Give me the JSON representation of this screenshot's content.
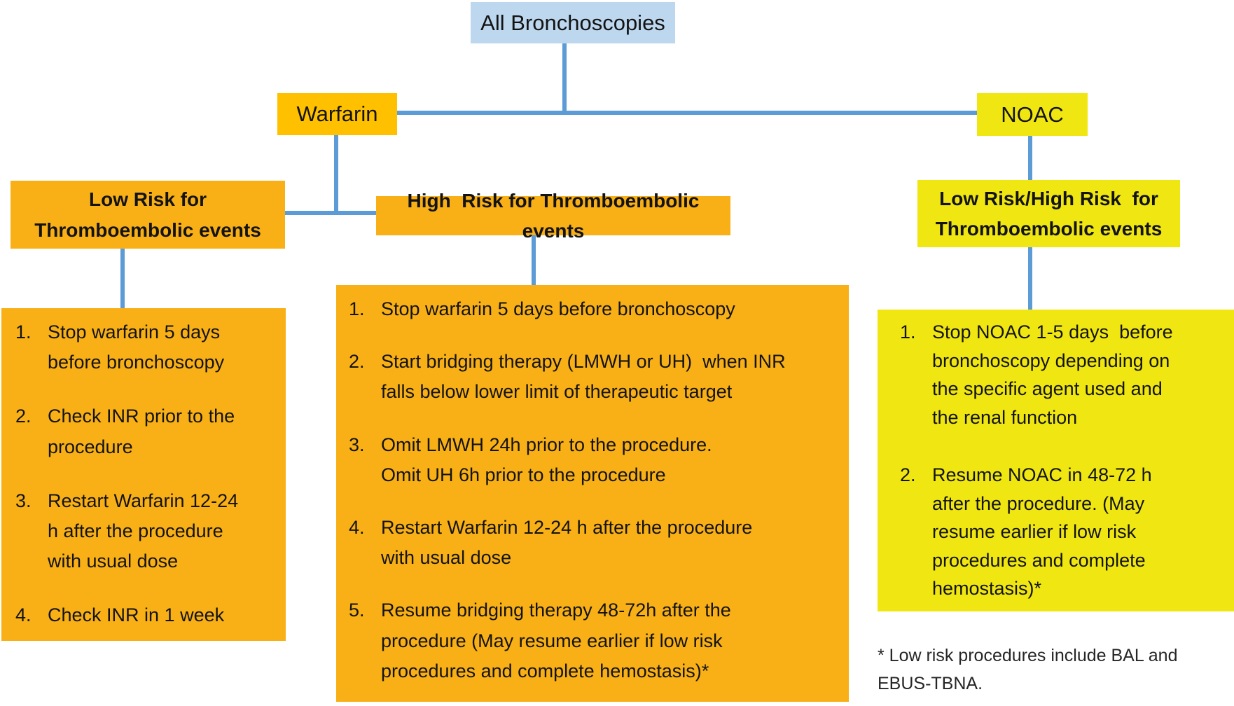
{
  "colors": {
    "root_box": "#BDD7EE",
    "warfarin_box": "#FFC000",
    "orange_box": "#F9B017",
    "yellow_box": "#F0E712",
    "connector": "#5C9BD5"
  },
  "nodes": {
    "root": {
      "label": "All Bronchoscopies"
    },
    "warfarin": {
      "label": "Warfarin"
    },
    "noac": {
      "label": "NOAC"
    },
    "warfarin_low_risk": {
      "label": "Low Risk for\nThromboembolic events"
    },
    "warfarin_high_risk": {
      "label": "High  Risk for Thromboembolic events"
    },
    "noac_risk": {
      "label": "Low Risk/High Risk  for\nThromboembolic events"
    }
  },
  "lists": {
    "warfarin_low_risk_steps": [
      "Stop warfarin 5 days\nbefore bronchoscopy",
      "Check INR prior to the\nprocedure",
      "Restart Warfarin 12-24\nh after the procedure\nwith usual dose",
      "Check INR in 1 week"
    ],
    "warfarin_high_risk_steps": [
      "Stop warfarin 5 days before bronchoscopy",
      "Start bridging therapy (LMWH or UH)  when INR\nfalls below lower limit of therapeutic target",
      "Omit LMWH 24h prior to the procedure.\nOmit UH 6h prior to the procedure",
      "Restart Warfarin 12-24 h after the procedure\nwith usual dose",
      "Resume bridging therapy 48-72h after the\nprocedure (May resume earlier if low risk\nprocedures and complete hemostasis)*"
    ],
    "noac_steps": [
      "Stop NOAC 1-5 days  before\nbronchoscopy depending on\nthe specific agent used and\nthe renal function",
      "Resume NOAC in 48-72 h\nafter the procedure. (May\nresume earlier if low risk\nprocedures and complete\nhemostasis)*"
    ]
  },
  "footnote": "* Low risk procedures include BAL and\nEBUS-TBNA."
}
